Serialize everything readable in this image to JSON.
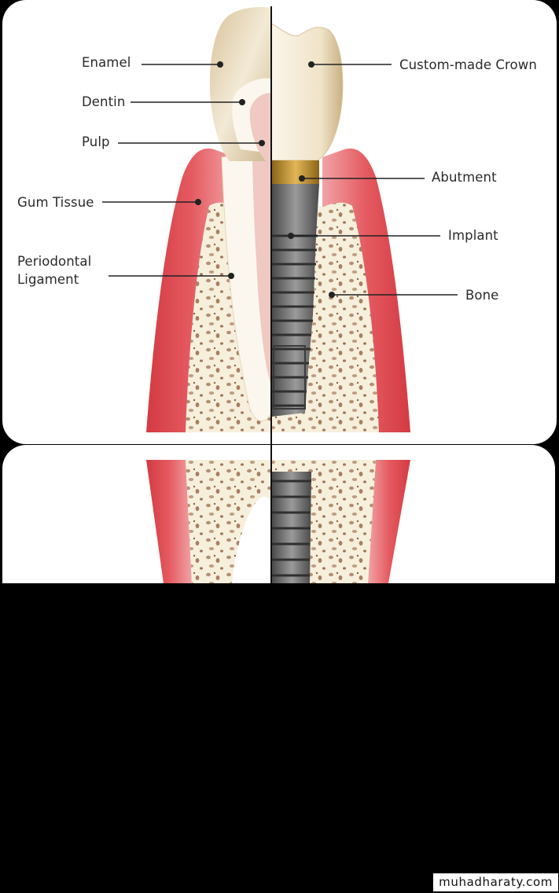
{
  "labels": {
    "enamel": "Enamel",
    "dentin": "Dentin",
    "pulp": "Pulp",
    "gum_tissue": "Gum Tissue",
    "periodontal_ligament": "Periodontal Ligament",
    "custom_crown": "Custom-made Crown",
    "abutment": "Abutment",
    "implant": "Implant",
    "bone": "Bone"
  },
  "watermark": "muhadharaty.com",
  "colors": {
    "background": "#000000",
    "panel": "#ffffff",
    "gum": "#d9434b",
    "gum_light": "#f0a8aa",
    "bone": "#f6efdc",
    "bone_spot": "#b89880",
    "enamel": "#e8dcc0",
    "dentin": "#fbf7ee",
    "pulp": "#efc9c2",
    "crown": "#f1e8d2",
    "abutment": "#c79a3a",
    "implant": "#6f6f6f",
    "leader_line": "#222222"
  }
}
